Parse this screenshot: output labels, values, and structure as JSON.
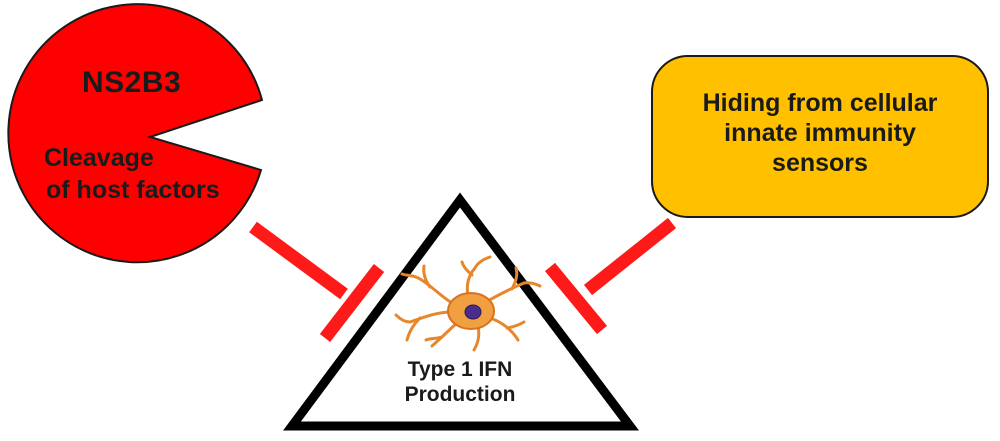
{
  "protease": {
    "name": "NS2B3",
    "action_line1": "Cleavage",
    "action_line2": "of host factors",
    "color": "#ff0000"
  },
  "evasion": {
    "line1": "Hiding from cellular",
    "line2": "innate immunity",
    "line3": "sensors",
    "fill_color": "#ffc000"
  },
  "target": {
    "line1": "Type 1 IFN",
    "line2": "Production",
    "icon": "neuron-cell-icon"
  },
  "inhibition_color": "#ff1a1a"
}
